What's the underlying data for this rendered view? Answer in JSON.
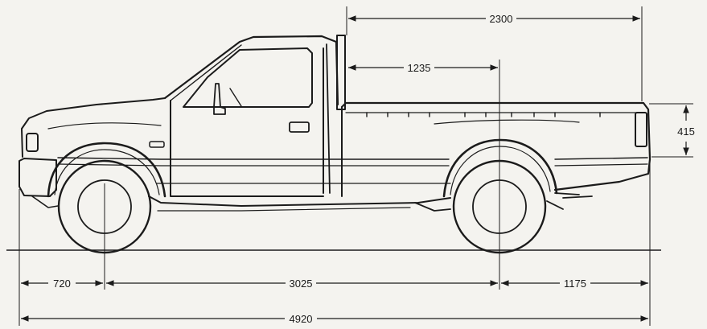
{
  "dimensions": {
    "overall_length": "4920",
    "front_overhang": "720",
    "wheelbase": "3025",
    "rear_overhang": "1175",
    "bed_length": "2300",
    "rear_axle_to_cab": "1235",
    "bed_height": "415"
  }
}
